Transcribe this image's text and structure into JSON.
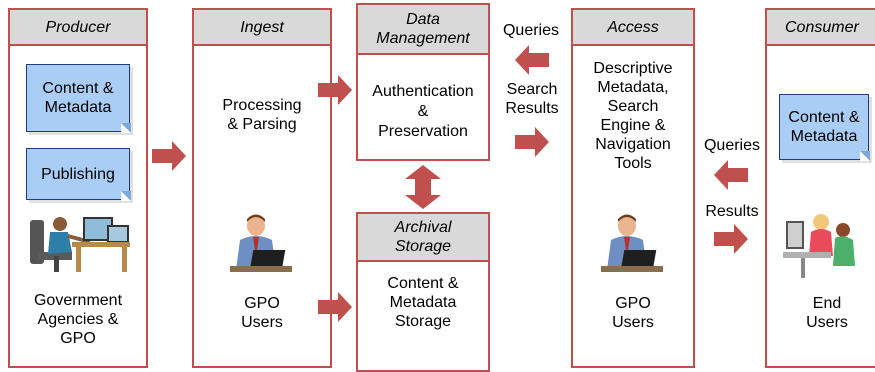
{
  "columns": {
    "producer": {
      "header": "Producer",
      "note1": "Content &\nMetadata",
      "note2": "Publishing",
      "footer": "Government\nAgencies &\nGPO"
    },
    "ingest": {
      "header": "Ingest",
      "body": "Processing\n& Parsing",
      "footer": "GPO\nUsers"
    },
    "data_management": {
      "header": "Data\nManagement",
      "body": "Authentication\n&\nPreservation"
    },
    "archival_storage": {
      "header": "Archival\nStorage",
      "body": "Content &\nMetadata\nStorage"
    },
    "access": {
      "header": "Access",
      "body": "Descriptive\nMetadata,\nSearch\nEngine &\nNavigation\nTools",
      "footer": "GPO\nUsers"
    },
    "consumer": {
      "header": "Consumer",
      "note": "Content &\nMetadata",
      "footer": "End\nUsers"
    }
  },
  "flow_labels": {
    "queries_top": "Queries",
    "search_results": "Search\nResults",
    "queries_right": "Queries",
    "results_right": "Results"
  },
  "icons": [
    "workstation-person-icon",
    "gpo-user-icon",
    "gpo-user-icon",
    "end-users-icon"
  ],
  "colors": {
    "border": "#c0504d",
    "arrow": "#c0504d",
    "header_bg": "#d9d9d9",
    "note_bg": "#a9cdf5"
  }
}
